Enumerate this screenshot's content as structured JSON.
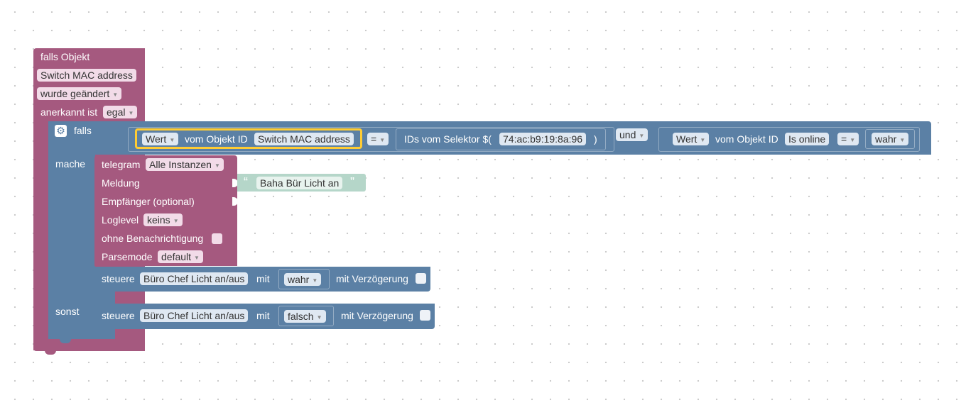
{
  "trigger": {
    "title": "falls Objekt",
    "object": "Switch MAC address",
    "event": "wurde geändert",
    "ack_label": "anerkannt ist",
    "ack_value": "egal"
  },
  "if_block": {
    "falls_label": "falls",
    "mache_label": "mache",
    "sonst_label": "sonst",
    "condition": {
      "left": {
        "prop": "Wert",
        "label": "vom Objekt ID",
        "object": "Switch MAC address"
      },
      "operator": "=",
      "selector_label": "IDs vom Selektor $(",
      "selector_value": "74:ac:b9:19:8a:96",
      "selector_close": ")",
      "logic": "und",
      "right": {
        "prop": "Wert",
        "label": "vom Objekt ID",
        "object": "Is online",
        "operator": "=",
        "value": "wahr"
      }
    }
  },
  "telegram": {
    "label": "telegram",
    "instance": "Alle Instanzen",
    "message_label": "Meldung",
    "message_text": "Baha Bür Licht an",
    "open_quote": "“",
    "close_quote": "”",
    "recipient_label": "Empfänger (optional)",
    "loglevel_label": "Loglevel",
    "loglevel_value": "keins",
    "silent_label": "ohne Benachrichtigung",
    "parsemode_label": "Parsemode",
    "parsemode_value": "default"
  },
  "control_then": {
    "label": "steuere",
    "object": "Büro Chef Licht an/aus",
    "with_label": "mit",
    "value": "wahr",
    "delay_label": "mit Verzögerung"
  },
  "control_else": {
    "label": "steuere",
    "object": "Büro Chef Licht an/aus",
    "with_label": "mit",
    "value": "falsch",
    "delay_label": "mit Verzögerung"
  },
  "colors": {
    "event_block": "#a5597f",
    "logic_block": "#5b80a5",
    "text_block": "#b5d6c9",
    "highlight": "#fc3"
  },
  "icons": {
    "gear": "gear-icon",
    "dropdown": "chevron-down-icon"
  }
}
